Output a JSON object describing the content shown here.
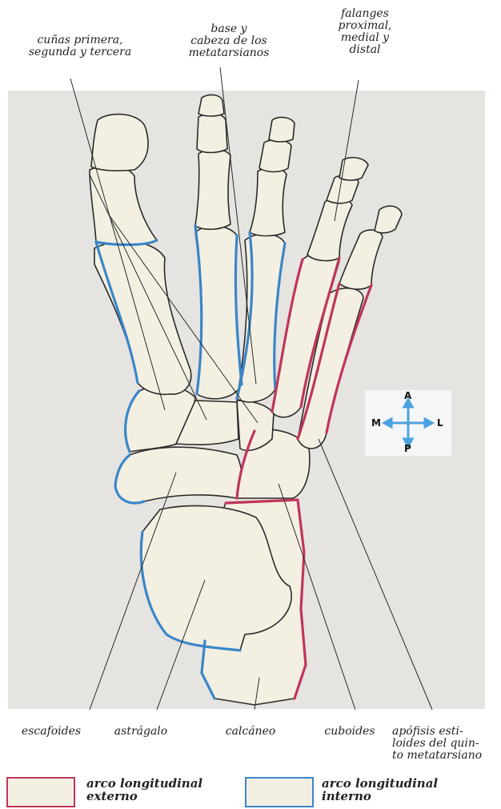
{
  "labels": {
    "cunas": [
      "cuñas primera,",
      "segunda y tercera"
    ],
    "metatarsianos": [
      "base y",
      "cabeza de los",
      "metatarsianos"
    ],
    "falanges": [
      "falanges",
      "proximal,",
      "medial y",
      "distal"
    ],
    "escafoides": "escafoides",
    "astragalo": "astrágalo",
    "calcaneo": "calcáneo",
    "cuboides": "cuboides",
    "apofisis": [
      "apófisis esti-",
      "loides del quin-",
      "to metatarsiano"
    ]
  },
  "compass": {
    "anterior": "A",
    "posterior": "P",
    "medial": "M",
    "lateral": "L"
  },
  "legend": {
    "externo": {
      "line1": "arco longitudinal",
      "line2": "externo",
      "color": "#c0355a"
    },
    "interno": {
      "line1": "arco longitudinal",
      "line2": "interno",
      "color": "#3a86c9"
    }
  },
  "colors": {
    "bone": "#f3f0e2",
    "panel": "#e6e4e0",
    "outline": "#2a2a2a",
    "arrow": "#4aa3e0"
  }
}
